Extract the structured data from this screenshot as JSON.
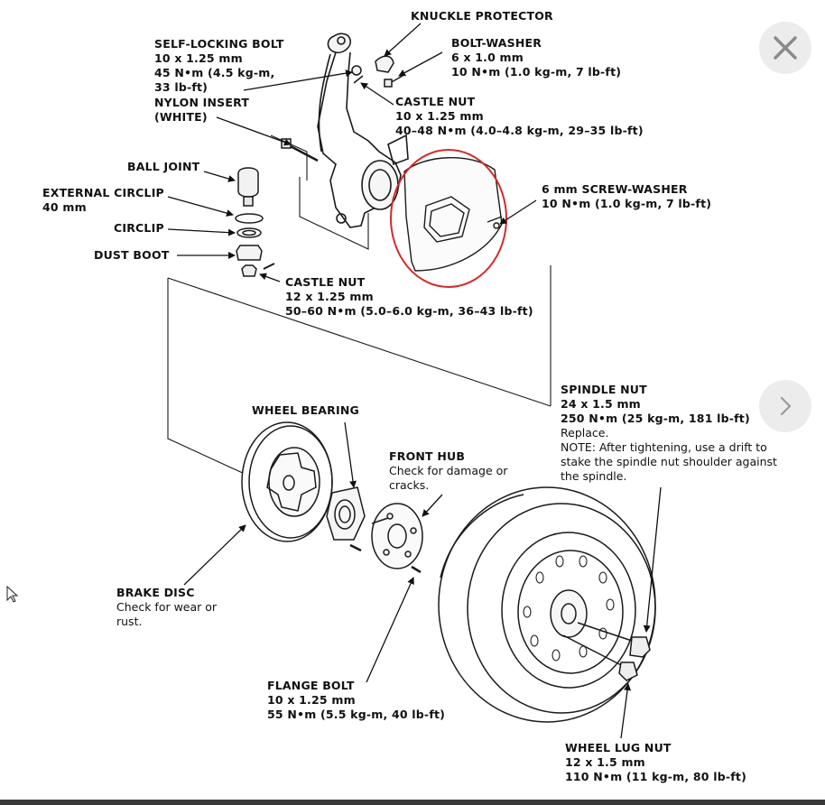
{
  "labels": {
    "knuckle_protector": [
      "KNUCKLE PROTECTOR"
    ],
    "self_locking_bolt": [
      "SELF-LOCKING BOLT",
      "10 x 1.25 mm",
      "45 N•m (4.5 kg-m,",
      "33 lb-ft)"
    ],
    "nylon_insert": [
      "NYLON INSERT",
      "(WHITE)"
    ],
    "bolt_washer": [
      "BOLT-WASHER",
      "6 x 1.0 mm",
      "10 N•m (1.0 kg-m, 7 lb-ft)"
    ],
    "castle_nut_upper": [
      "CASTLE NUT",
      "10 x 1.25 mm",
      "40–48 N•m (4.0–4.8 kg-m, 29–35 lb-ft)"
    ],
    "ball_joint": [
      "BALL JOINT"
    ],
    "external_circlip": [
      "EXTERNAL CIRCLIP",
      "40 mm"
    ],
    "circlip": [
      "CIRCLIP"
    ],
    "dust_boot": [
      "DUST BOOT"
    ],
    "screw_washer": [
      "6 mm SCREW-WASHER",
      "10 N•m (1.0 kg-m, 7 lb-ft)"
    ],
    "castle_nut_lower": [
      "CASTLE NUT",
      "12 x 1.25 mm",
      "50–60 N•m (5.0–6.0 kg-m, 36–43 lb-ft)"
    ],
    "spindle_nut": [
      "SPINDLE NUT",
      "24 x 1.5 mm",
      "250 N•m (25 kg-m, 181 lb-ft)",
      "Replace.",
      "NOTE: After tightening, use a drift to",
      "stake the spindle nut shoulder against",
      "the spindle."
    ],
    "wheel_bearing": [
      "WHEEL BEARING"
    ],
    "front_hub": [
      "FRONT HUB",
      "Check for damage or",
      "cracks."
    ],
    "brake_disc": [
      "BRAKE DISC",
      "Check for wear or",
      "rust."
    ],
    "flange_bolt": [
      "FLANGE BOLT",
      "10 x 1.25 mm",
      "55 N•m (5.5 kg-m, 40 lb-ft)"
    ],
    "wheel_lug_nut": [
      "WHEEL LUG NUT",
      "12 x 1.5 mm",
      "110 N•m (11 kg-m, 80 lb-ft)"
    ]
  },
  "controls": {
    "close_icon": "close-icon",
    "next_icon": "chevron-right-icon"
  },
  "colors": {
    "highlight": "#d42a2a",
    "ink": "#1a1a1a",
    "control_bg": "#ececec",
    "control_fg": "#8a8a8a"
  }
}
